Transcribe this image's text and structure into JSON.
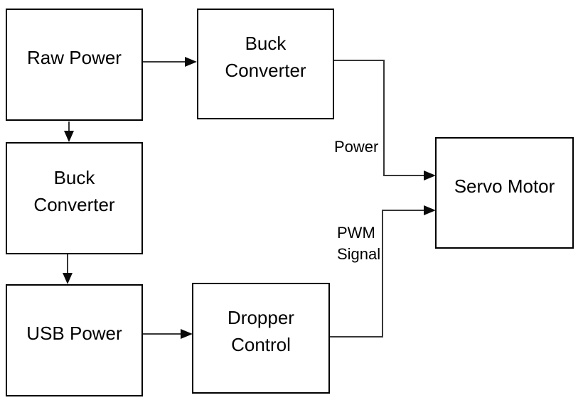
{
  "diagram": {
    "type": "block-diagram",
    "background_color": "#ffffff",
    "box_border_color": "#000000",
    "connector_color": "#363636",
    "arrowhead_color": "#0a0a0a",
    "text_color": "#000000",
    "nodes": {
      "raw_power": {
        "label": "Raw Power"
      },
      "buck_converter_top": {
        "label": "Buck Converter"
      },
      "buck_converter_mid": {
        "label": "Buck Converter"
      },
      "usb_power": {
        "label": "USB Power"
      },
      "dropper_control": {
        "label": "Dropper Control"
      },
      "servo_motor": {
        "label": "Servo Motor"
      }
    },
    "edge_labels": {
      "power": "Power",
      "pwm_signal": "PWM Signal"
    },
    "edges": [
      {
        "from": "Raw Power",
        "to": "Buck Converter (top)",
        "label": ""
      },
      {
        "from": "Raw Power",
        "to": "Buck Converter (left)",
        "label": ""
      },
      {
        "from": "Buck Converter (left)",
        "to": "USB Power",
        "label": ""
      },
      {
        "from": "USB Power",
        "to": "Dropper Control",
        "label": ""
      },
      {
        "from": "Buck Converter (top)",
        "to": "Servo Motor",
        "label": "Power"
      },
      {
        "from": "Dropper Control",
        "to": "Servo Motor",
        "label": "PWM Signal"
      }
    ]
  }
}
